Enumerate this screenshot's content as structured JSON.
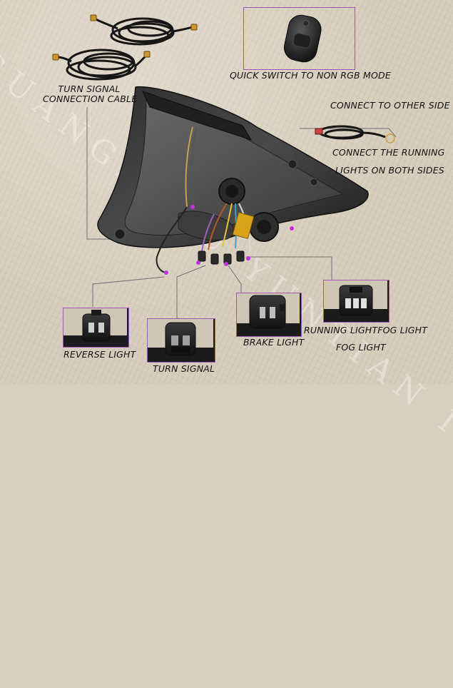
{
  "watermark": "GUANGZHOU YUNTIAN INTERNATIONAL",
  "labels": {
    "quick_switch": "QUICK SWITCH TO NON RGB MODE",
    "turn_signal_cable_line1": "TURN SIGNAL",
    "turn_signal_cable_line2": "CONNECTION CABLE",
    "connect_other_side": "CONNECT TO OTHER SIDE",
    "connect_running_line1": "CONNECT THE RUNNING",
    "connect_running_line2": "LIGHTS ON BOTH SIDES",
    "reverse_light": "REVERSE LIGHT",
    "turn_signal": "TURN SIGNAL",
    "brake_light": "BRAKE LIGHT",
    "running_fog_light": "RUNNING LIGHTFOG LIGHT",
    "fog_light": "FOG LIGHT"
  },
  "colors": {
    "frame": "#9b58b6",
    "pointer": "#c034e0",
    "leader": "#6b6b6b",
    "text": "#111111"
  }
}
